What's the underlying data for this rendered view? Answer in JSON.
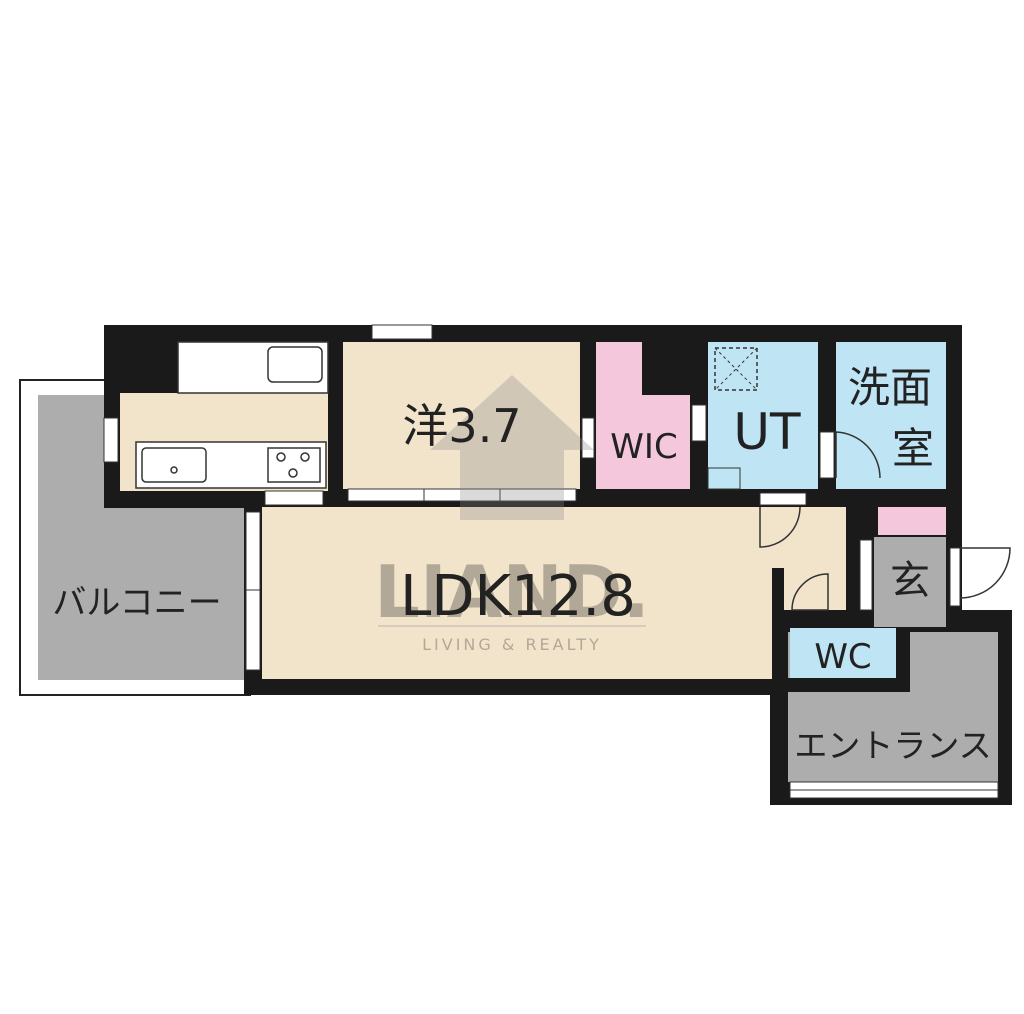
{
  "rooms": {
    "western": "洋3.7",
    "wic": "WIC",
    "ut": "UT",
    "washroom_1": "洗面",
    "washroom_2": "室",
    "ldk": "LDK12.8",
    "genkan": "玄",
    "wc": "WC",
    "balcony": "バルコニー",
    "entrance": "エントランス"
  },
  "watermark": {
    "brand": "LIAND.",
    "tagline": "LIVING & REALTY"
  },
  "colors": {
    "wall": "#1a1a1a",
    "room_beige": "#f2e3cb",
    "wic_pink": "#f5c7dc",
    "wet_blue": "#bfe4f4",
    "gray": "#adadad",
    "fixture_white": "#ffffff"
  }
}
